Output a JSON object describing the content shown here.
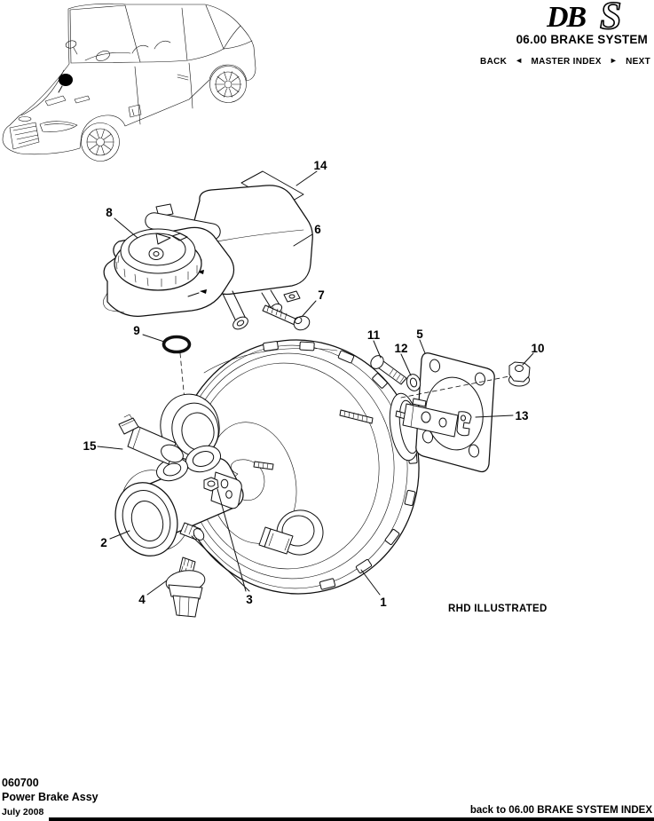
{
  "header": {
    "logo_db": "DB",
    "logo_s": "S",
    "title": "06.00 BRAKE SYSTEM",
    "nav": {
      "back": "BACK",
      "back_arrow": "◄",
      "master_index": "MASTER INDEX",
      "next_arrow": "►",
      "next": "NEXT"
    }
  },
  "diagram": {
    "note": "RHD ILLUSTRATED",
    "callouts": [
      {
        "label": "1"
      },
      {
        "label": "2"
      },
      {
        "label": "3"
      },
      {
        "label": "4"
      },
      {
        "label": "5"
      },
      {
        "label": "6"
      },
      {
        "label": "7"
      },
      {
        "label": "8"
      },
      {
        "label": "9"
      },
      {
        "label": "10"
      },
      {
        "label": "11"
      },
      {
        "label": "12"
      },
      {
        "label": "13"
      },
      {
        "label": "14"
      },
      {
        "label": "15"
      }
    ]
  },
  "footer": {
    "part_number": "060700",
    "part_name": "Power Brake Assy",
    "date": "July 2008",
    "back_link": "back to 06.00 BRAKE SYSTEM INDEX"
  },
  "colors": {
    "ink": "#000000",
    "paper": "#ffffff"
  }
}
